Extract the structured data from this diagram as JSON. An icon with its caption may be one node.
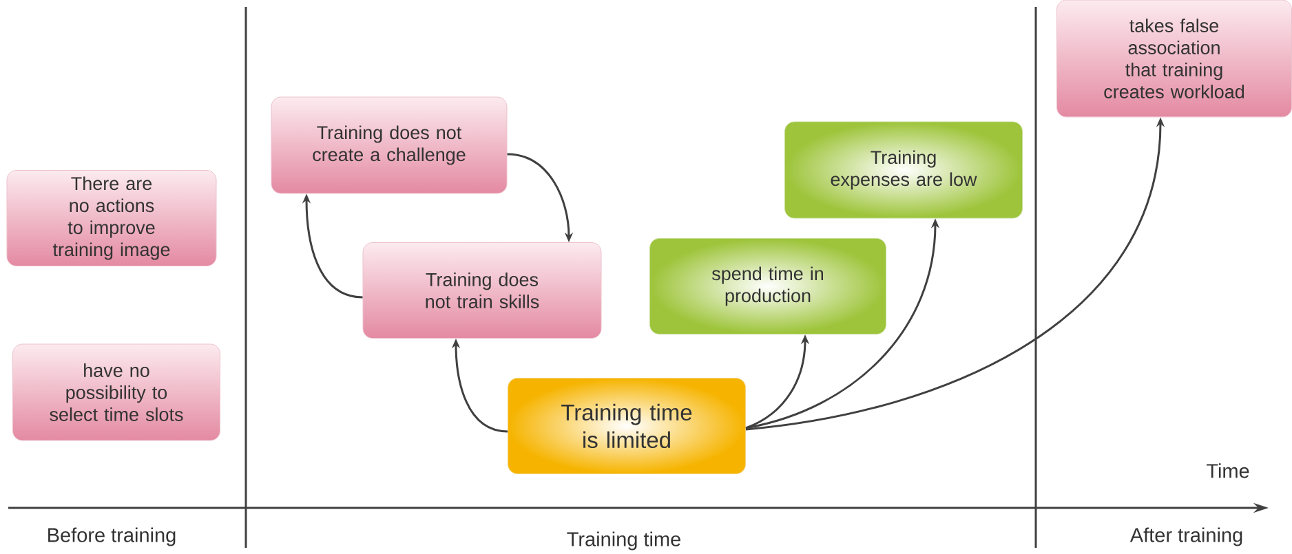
{
  "diagram": {
    "nodes": [
      {
        "text": [
          "There are no actions to improve training image"
        ]
      },
      {
        "text": [
          "have no possibility to select time slots"
        ]
      },
      {
        "text": [
          "Training does not create a challenge"
        ]
      },
      {
        "text": [
          "Training does not train skills"
        ]
      },
      {
        "text": [
          "spend time in production"
        ]
      },
      {
        "text": [
          "Training expenses are low"
        ]
      },
      {
        "text": [
          "Training time is limited"
        ]
      },
      {
        "text": [
          "takes false association that training creates workload"
        ]
      }
    ],
    "edges": [
      {
        "from": 6,
        "to": 3,
        "arrow": "to"
      },
      {
        "from": 3,
        "to": 2,
        "arrow": "to"
      },
      {
        "from": 2,
        "to": 3,
        "arrow": "to"
      },
      {
        "from": 6,
        "to": 4,
        "arrow": "to"
      },
      {
        "from": 6,
        "to": 5,
        "arrow": "to"
      },
      {
        "from": 6,
        "to": 7,
        "arrow": "to"
      }
    ],
    "labels": [
      "Time",
      "Before training",
      "Training time",
      "After training"
    ]
  }
}
